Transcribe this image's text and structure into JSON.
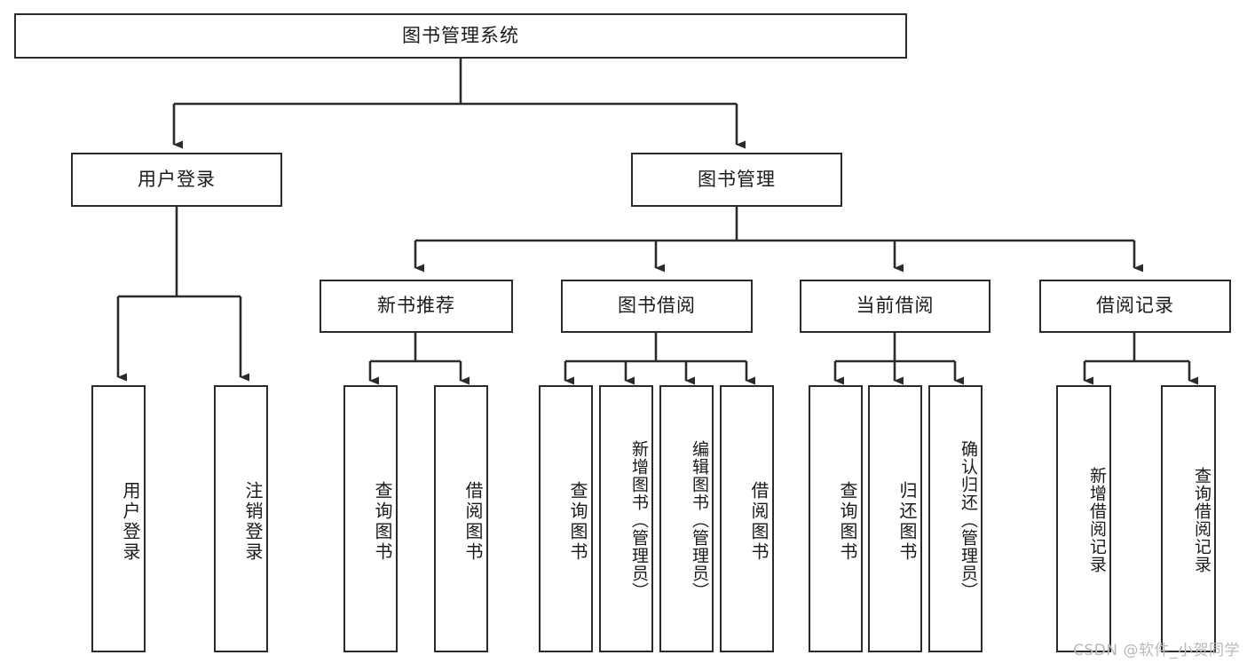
{
  "diagram": {
    "title": "图书管理系统",
    "type": "tree-hierarchy-diagram",
    "style": {
      "box_border_color": "#2b2b2b",
      "box_fill_color": "#ffffff",
      "line_color": "#2b2b2b",
      "text_color": "#1a1a1a",
      "background": "#ffffff"
    },
    "root": {
      "label": "图书管理系统"
    },
    "level2": [
      {
        "label": "用户登录"
      },
      {
        "label": "图书管理"
      }
    ],
    "level3": [
      {
        "label": "新书推荐"
      },
      {
        "label": "图书借阅"
      },
      {
        "label": "当前借阅"
      },
      {
        "label": "借阅记录"
      }
    ],
    "leaves": {
      "user_login": [
        {
          "label": "用户登录"
        },
        {
          "label": "注销登录"
        }
      ],
      "new_book_recommend": [
        {
          "label": "查询图书"
        },
        {
          "label": "借阅图书"
        }
      ],
      "book_borrow": [
        {
          "label": "查询图书"
        },
        {
          "label": "新增图书（管理员）"
        },
        {
          "label": "编辑图书（管理员）"
        },
        {
          "label": "借阅图书"
        }
      ],
      "current_borrow": [
        {
          "label": "查询图书"
        },
        {
          "label": "归还图书"
        },
        {
          "label": "确认归还（管理员）"
        }
      ],
      "borrow_record": [
        {
          "label": "新增借阅记录"
        },
        {
          "label": "查询借阅记录"
        }
      ]
    }
  },
  "watermark": {
    "text": "CSDN @软件_小贺同学"
  }
}
